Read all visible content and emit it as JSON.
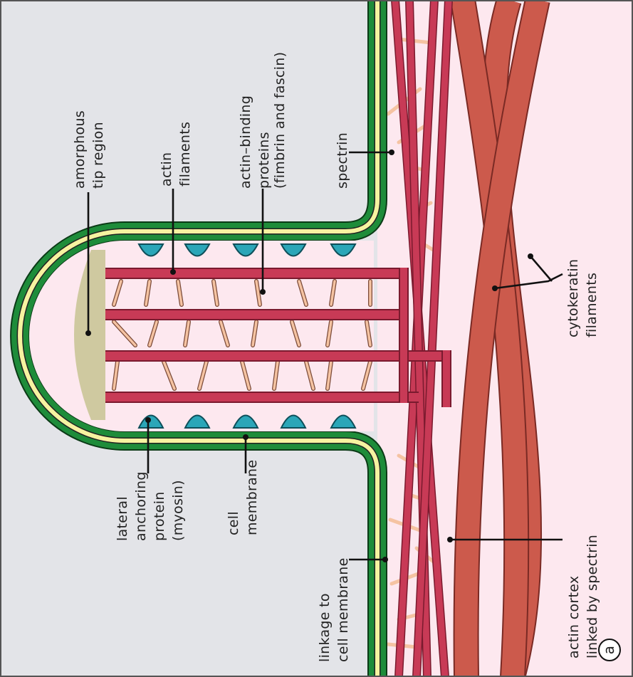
{
  "colors": {
    "outside": "#e3e4e8",
    "cytoplasm": "#fde8ef",
    "membrane_outer": "#1e8c3a",
    "membrane_inner": "#f6f3a0",
    "actin": "#c83a56",
    "cytokeratin": "#cc5a4c",
    "crosslink": "#f5c3a2",
    "myosin": "#2ba6b8",
    "tip_region": "#cfc9a0"
  },
  "labels": {
    "amorphous_tip": [
      "amorphous",
      "tip region"
    ],
    "actin_filaments": [
      "actin",
      "filaments"
    ],
    "actin_binding": [
      "actin–binding",
      "proteins",
      "(fimbrin and fascin)"
    ],
    "spectrin": [
      "spectrin"
    ],
    "cytokeratin": [
      "cytokeratin",
      "filaments"
    ],
    "lateral_anchoring": [
      "lateral",
      "anchoring",
      "protein",
      "(myosin)"
    ],
    "cell_membrane": [
      "cell",
      "membrane"
    ],
    "linkage": [
      "linkage to",
      "cell membrane"
    ],
    "actin_cortex": [
      "actin cortex",
      "linked by spectrin"
    ],
    "panel_letter": "a"
  }
}
